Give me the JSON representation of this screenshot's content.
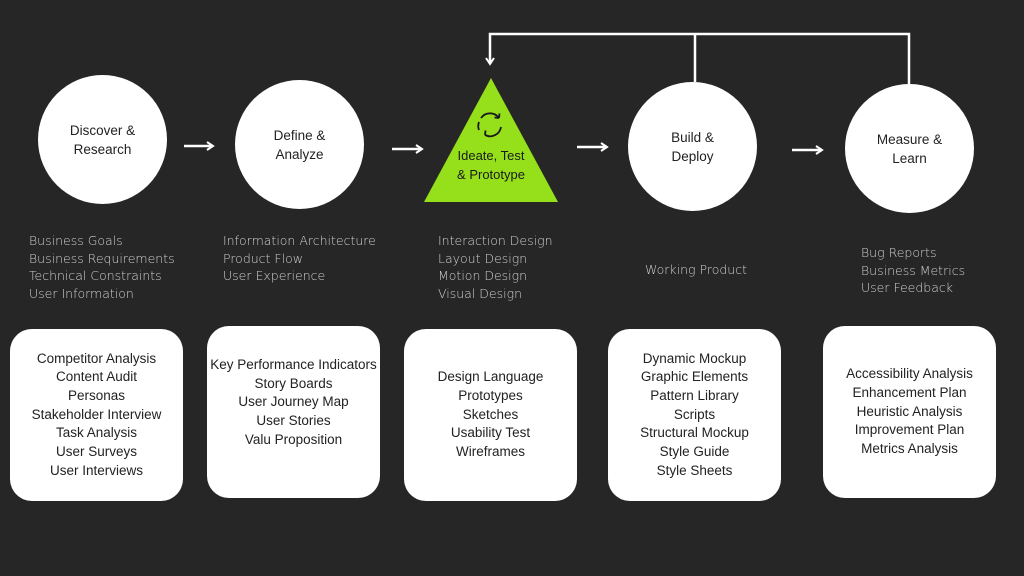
{
  "colors": {
    "background": "#262626",
    "node_fill": "#ffffff",
    "accent": "#95e01a",
    "connector": "#ffffff",
    "output_text": "#cfcfcf"
  },
  "stages": [
    {
      "label": "Discover &\nResearch",
      "shape": "circle",
      "outputs": [
        "Business Goals",
        "Business Requirements",
        "Technical Constraints",
        "User Information"
      ],
      "activities": [
        "Competitor Analysis",
        "Content Audit",
        "Personas",
        "Stakeholder Interview",
        "Task Analysis",
        "User Surveys",
        "User Interviews"
      ]
    },
    {
      "label": "Define &\nAnalyze",
      "shape": "circle",
      "outputs": [
        "Information Architecture",
        "Product Flow",
        "User Experience"
      ],
      "activities": [
        "Key Performance Indicators",
        "Story Boards",
        "User Journey Map",
        "User Stories",
        "Valu Proposition"
      ]
    },
    {
      "label": "Ideate, Test\n& Prototype",
      "shape": "triangle",
      "icon": "cycle-arrows-icon",
      "outputs": [
        "Interaction Design",
        "Layout Design",
        "Motion Design",
        "Visual Design"
      ],
      "activities": [
        "Design Language",
        "Prototypes",
        "Sketches",
        "Usability Test",
        "Wireframes"
      ]
    },
    {
      "label": "Build &\nDeploy",
      "shape": "circle",
      "outputs": [
        "Working Product"
      ],
      "activities": [
        "Dynamic Mockup",
        "Graphic Elements",
        "Pattern Library",
        "Scripts",
        "Structural Mockup",
        "Style Guide",
        "Style Sheets"
      ]
    },
    {
      "label": "Measure &\nLearn",
      "shape": "circle",
      "outputs": [
        "Bug Reports",
        "Business Metrics",
        "User Feedback"
      ],
      "activities": [
        "Accessibility Analysis",
        "Enhancement Plan",
        "Heuristic Analysis",
        "Improvement Plan",
        "Metrics Analysis"
      ]
    }
  ]
}
